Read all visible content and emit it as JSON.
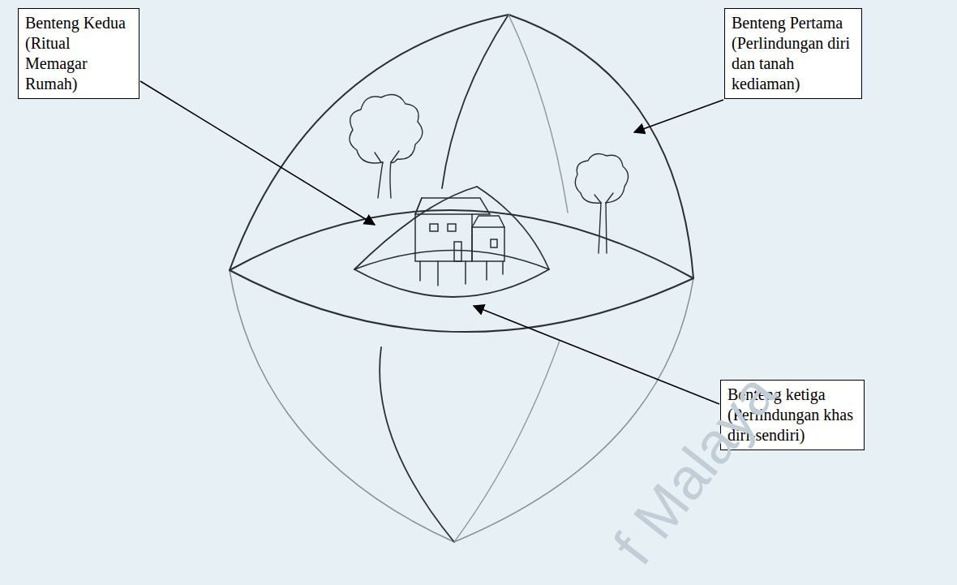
{
  "diagram": {
    "nodes": [
      {
        "text": [
          "Benteng Kedua (Ritual Memagar Rumah)"
        ]
      },
      {
        "text": [
          "Benteng Pertama (Perlindungan diri dan tanah kediaman)"
        ]
      },
      {
        "text": [
          "Benteng ketiga (Perlindungan khas diri-sendiri)"
        ]
      }
    ],
    "labels": [
      "f Malaya"
    ]
  }
}
